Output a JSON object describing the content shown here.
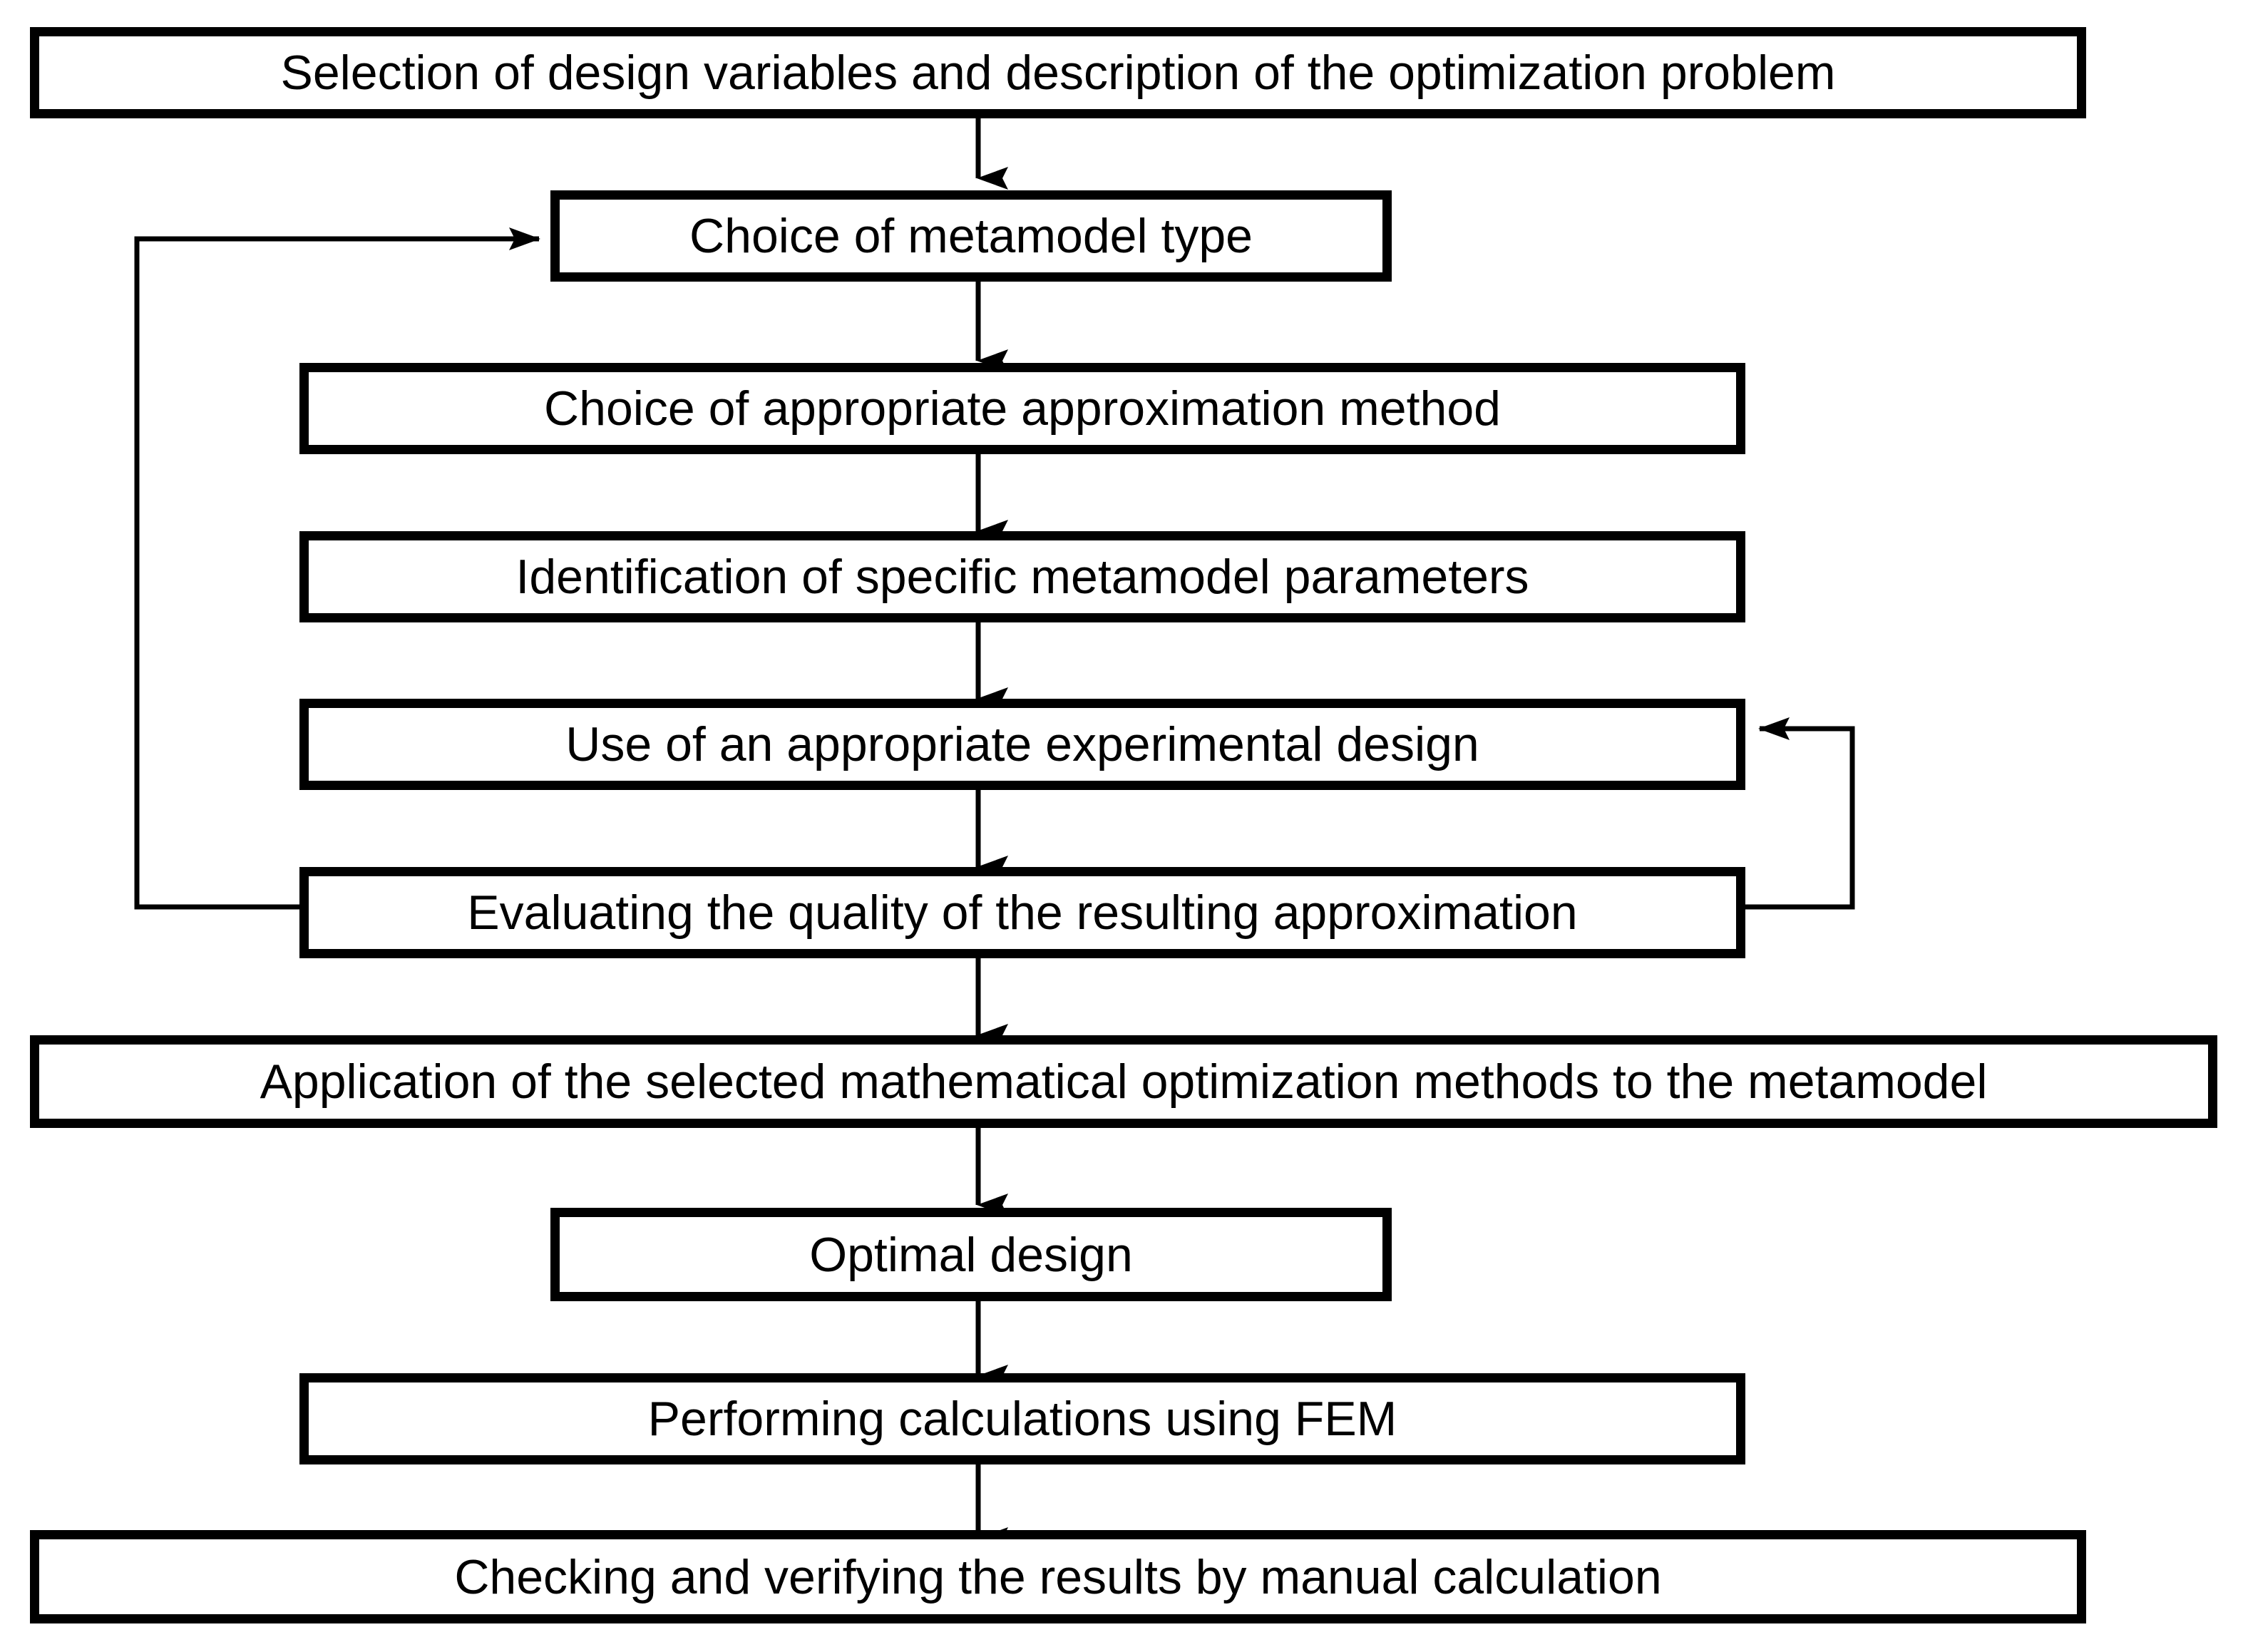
{
  "diagram": {
    "type": "flowchart",
    "orientation": "top-to-bottom",
    "nodes": [
      {
        "id": "n1",
        "label": "Selection of design variables and description of the optimization problem"
      },
      {
        "id": "n2",
        "label": "Choice of metamodel type"
      },
      {
        "id": "n3",
        "label": "Choice of appropriate approximation method"
      },
      {
        "id": "n4",
        "label": "Identification of specific metamodel parameters"
      },
      {
        "id": "n5",
        "label": "Use of an appropriate experimental design"
      },
      {
        "id": "n6",
        "label": "Evaluating the quality of the resulting approximation"
      },
      {
        "id": "n7",
        "label": "Application of the selected mathematical optimization methods to the metamodel"
      },
      {
        "id": "n8",
        "label": "Optimal design"
      },
      {
        "id": "n9",
        "label": "Performing calculations using FEM"
      },
      {
        "id": "n10",
        "label": "Checking and verifying the results by manual calculation"
      }
    ],
    "edges": [
      {
        "from": "n1",
        "to": "n2",
        "kind": "down-arrow"
      },
      {
        "from": "n2",
        "to": "n3",
        "kind": "down-arrow"
      },
      {
        "from": "n3",
        "to": "n4",
        "kind": "down-arrow"
      },
      {
        "from": "n4",
        "to": "n5",
        "kind": "down-arrow"
      },
      {
        "from": "n5",
        "to": "n6",
        "kind": "down-arrow"
      },
      {
        "from": "n6",
        "to": "n7",
        "kind": "down-arrow"
      },
      {
        "from": "n7",
        "to": "n8",
        "kind": "down-arrow"
      },
      {
        "from": "n8",
        "to": "n9",
        "kind": "down-arrow"
      },
      {
        "from": "n9",
        "to": "n10",
        "kind": "down-arrow"
      },
      {
        "from": "n6",
        "to": "n2",
        "kind": "feedback-left"
      },
      {
        "from": "n6",
        "to": "n5",
        "kind": "feedback-right"
      }
    ],
    "colors": {
      "box_border": "#000000",
      "box_fill": "#ffffff",
      "connector": "#000000",
      "background": "#ffffff"
    }
  }
}
